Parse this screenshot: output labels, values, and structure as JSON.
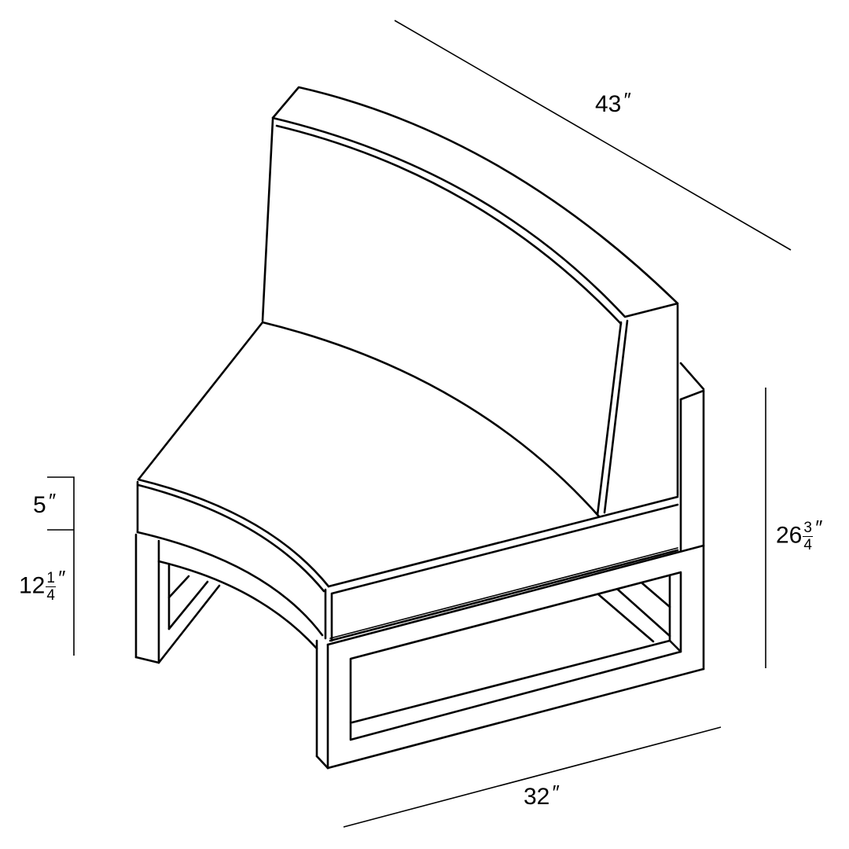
{
  "diagram": {
    "subject": "Curved armless sectional chair line drawing",
    "stroke_color": "#000000",
    "background_color": "#ffffff",
    "dimensions": {
      "depth": {
        "whole": "43",
        "unit": "″"
      },
      "width": {
        "whole": "32",
        "unit": "″"
      },
      "cushion_height": {
        "whole": "5",
        "unit": "″"
      },
      "seat_base_height": {
        "whole": "12",
        "numerator": "1",
        "denominator": "4",
        "unit": "″"
      },
      "overall_height": {
        "whole": "26",
        "numerator": "3",
        "denominator": "4",
        "unit": "″"
      }
    }
  }
}
